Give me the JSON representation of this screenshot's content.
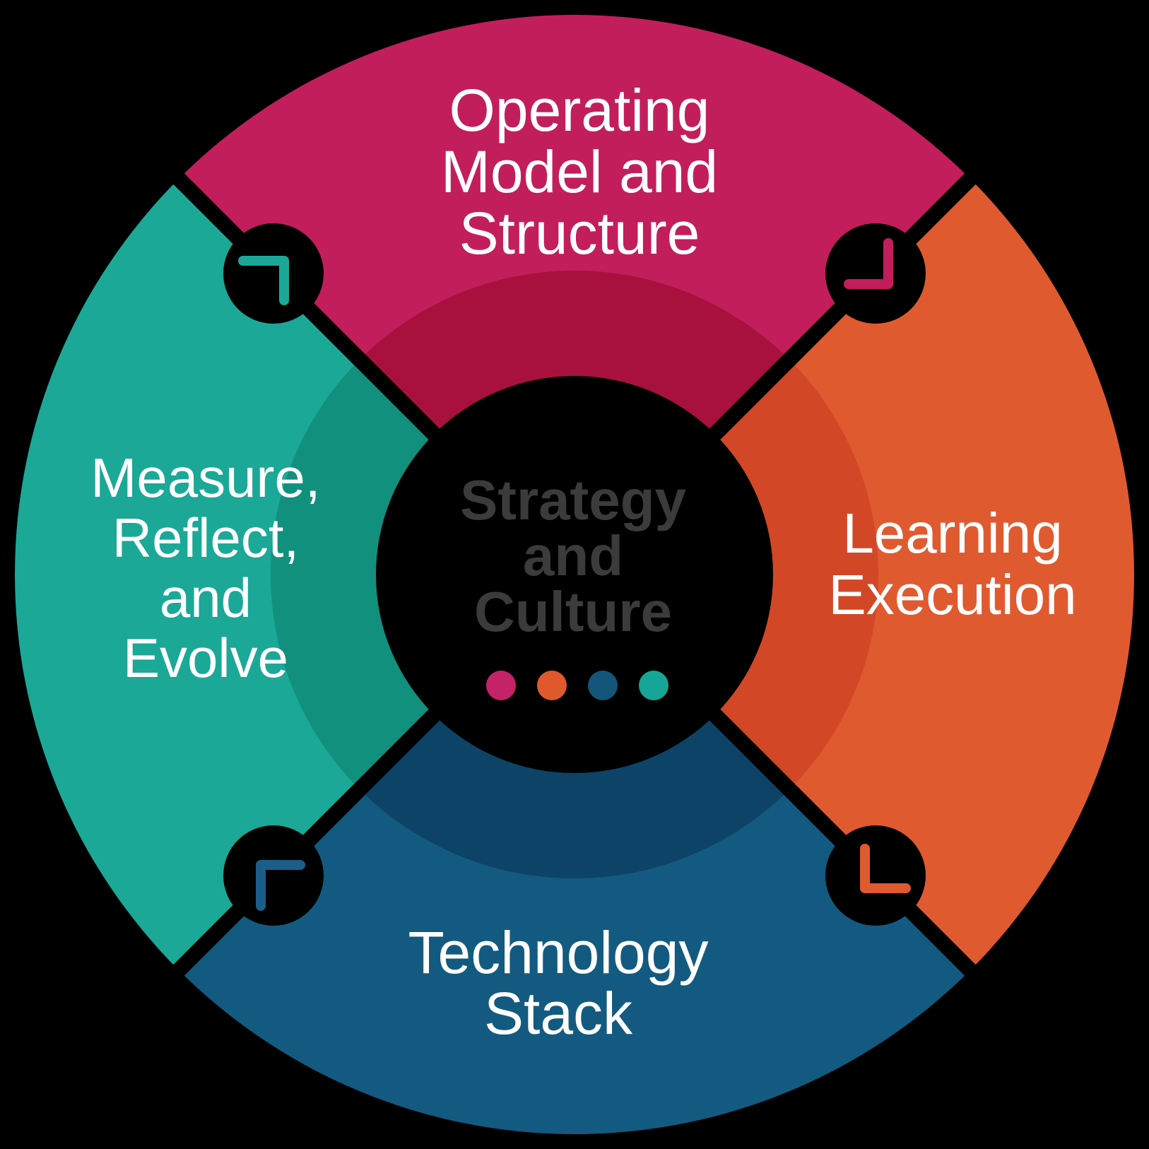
{
  "diagram": {
    "background": "#000000",
    "center": {
      "title_lines": [
        "Strategy",
        "and",
        "Culture"
      ],
      "text_color": "#3b3b3b",
      "hub_color": "#000000",
      "dots": [
        {
          "name": "operating-model",
          "color": "#c42367"
        },
        {
          "name": "learning-execution",
          "color": "#e0592c"
        },
        {
          "name": "technology-stack",
          "color": "#13567a"
        },
        {
          "name": "measure-reflect-evolve",
          "color": "#16a695"
        }
      ]
    },
    "quadrants": [
      {
        "id": "operating-model-and-structure",
        "position": "top",
        "lines": [
          "Operating",
          "Model and",
          "Structure"
        ],
        "color": "#c21e5c",
        "shade_color": "#a8113e",
        "text_color": "#ffffff"
      },
      {
        "id": "learning-execution",
        "position": "right",
        "lines": [
          "Learning",
          "Execution"
        ],
        "color": "#e05a30",
        "shade_color": "#d24826",
        "text_color": "#ffffff"
      },
      {
        "id": "technology-stack",
        "position": "bottom",
        "lines": [
          "Technology",
          "Stack"
        ],
        "color": "#135a80",
        "shade_color": "#0d4366",
        "text_color": "#ffffff"
      },
      {
        "id": "measure-reflect-and-evolve",
        "position": "left",
        "lines": [
          "Measure,",
          "Reflect,",
          "and",
          "Evolve"
        ],
        "color": "#1ba897",
        "shade_color": "#12907e",
        "text_color": "#ffffff"
      }
    ],
    "connectors": [
      {
        "position": "top-left",
        "color": "#1ba897"
      },
      {
        "position": "top-right",
        "color": "#c21e5c"
      },
      {
        "position": "bottom-right",
        "color": "#e05a30"
      },
      {
        "position": "bottom-left",
        "color": "#1b5e89"
      }
    ]
  }
}
